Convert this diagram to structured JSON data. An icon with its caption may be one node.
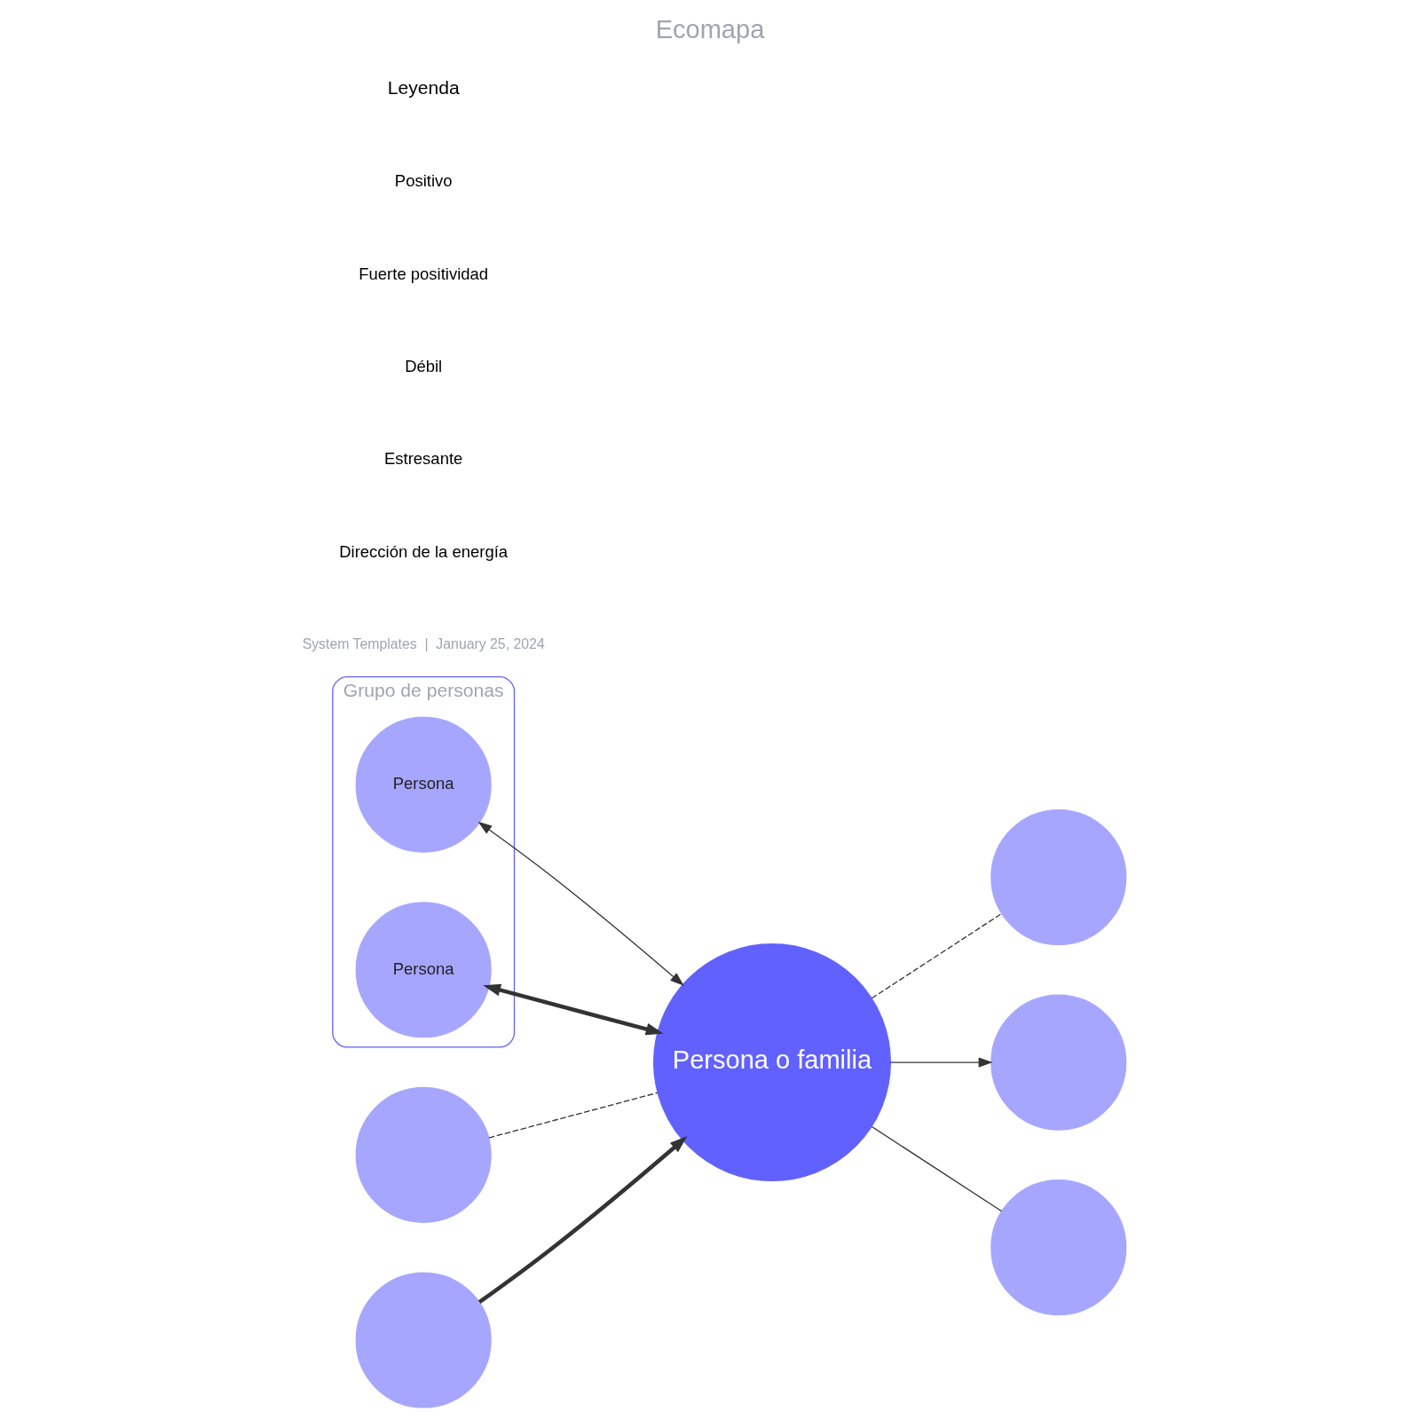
{
  "diagram": {
    "title": "Ecomapa",
    "nodes": [
      {
        "text": [
          "Grupo de personas"
        ]
      },
      {
        "text": [
          "Persona"
        ],
        "in": 0
      },
      {
        "text": [
          "Persona"
        ],
        "in": 0
      },
      {
        "text": [],
        "shape": "circle"
      },
      {
        "text": [
          "Persona o familia"
        ]
      },
      {
        "text": [],
        "shape": "circle"
      },
      {
        "text": [],
        "shape": "circle"
      },
      {
        "text": [],
        "shape": "circle"
      },
      {
        "text": [],
        "shape": "circle"
      }
    ],
    "edges": [
      {
        "from": 1,
        "to": 4,
        "arrow": "both"
      },
      {
        "from": 2,
        "to": 4,
        "arrow": "both",
        "style": "thick"
      },
      {
        "from": 4,
        "to": 3,
        "arrow": "none",
        "style": "dashed"
      },
      {
        "from": 4,
        "to": 5,
        "arrow": "to"
      },
      {
        "from": 6,
        "to": 4,
        "arrow": "none",
        "style": "dashed"
      },
      {
        "from": 7,
        "to": 4,
        "arrow": "to",
        "style": "thick"
      },
      {
        "from": 4,
        "to": 8,
        "arrow": "none"
      }
    ],
    "labels": [
      "System Templates  |  January 25, 2024",
      "Leyenda"
    ],
    "legend": [
      {
        "text": "Positivo"
      },
      {
        "text": "Fuerte positividad"
      },
      {
        "text": "Débil"
      },
      {
        "text": "Estresante"
      },
      {
        "text": "Dirección de la energía"
      }
    ]
  }
}
